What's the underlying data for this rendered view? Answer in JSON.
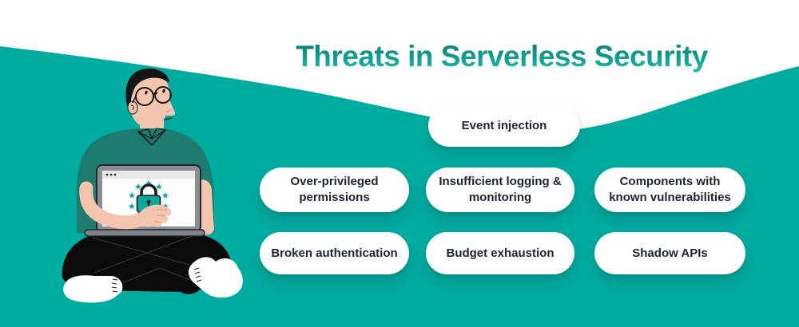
{
  "title": "Threats in Serverless Security",
  "threats": {
    "top": "Event injection",
    "middle_row": [
      "Over-privileged permissions",
      "Insufficient logging & monitoring",
      "Components with known vulnerabilities"
    ],
    "bottom_row": [
      "Broken authentication",
      "Budget exhaustion",
      "Shadow APIs"
    ]
  },
  "illustration": {
    "subject": "person sitting cross-legged holding a laptop, looking up at the title",
    "screen_icon": "padlock-with-star-circle"
  },
  "colors": {
    "background_teal": "#00aba0",
    "wave_white": "#ffffff",
    "title_gradient_top": "#0a7c72",
    "title_gradient_bottom": "#1cbfb2",
    "pill_background": "#ffffff",
    "pill_text": "#20262f",
    "accent_teal": "#0ca79b",
    "shirt_teal": "#1e7b70",
    "skin": "#f4c5ae"
  }
}
